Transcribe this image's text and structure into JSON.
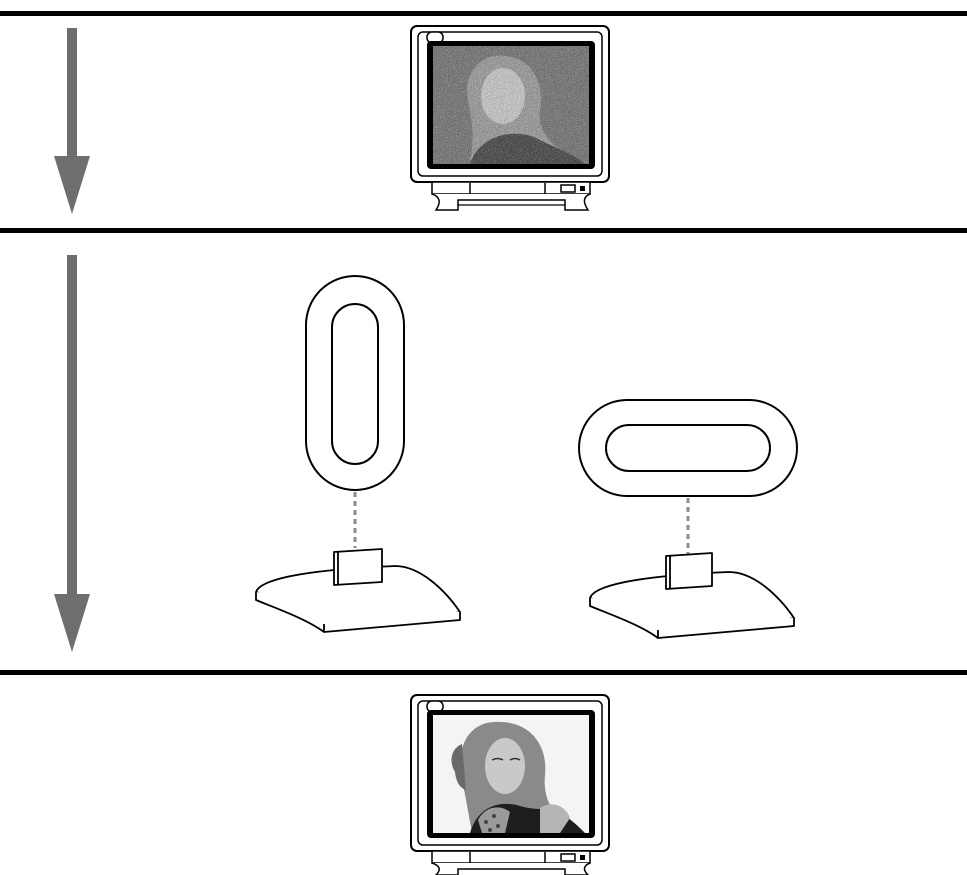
{
  "diagram": {
    "panels": [
      {
        "id": "before",
        "content": "tv-with-noisy-picture"
      },
      {
        "id": "antenna-options",
        "content": "loop-antenna-vertical-and-horizontal"
      },
      {
        "id": "after",
        "content": "tv-with-clear-picture"
      }
    ],
    "colors": {
      "separator": "#000000",
      "arrow": "#6e6e6e",
      "line": "#000000",
      "dashed_connector": "#8c8c8c",
      "screen_noisy": "#5f5f5f",
      "screen_clear_bg": "#f4f4f4",
      "subject_dark": "#1e1e1e",
      "subject_skin": "#c9c9c9",
      "hair": "#8a8a8a"
    },
    "icons": [
      "down-arrow-icon",
      "tv-icon",
      "loop-antenna-icon",
      "antenna-base-icon"
    ]
  }
}
